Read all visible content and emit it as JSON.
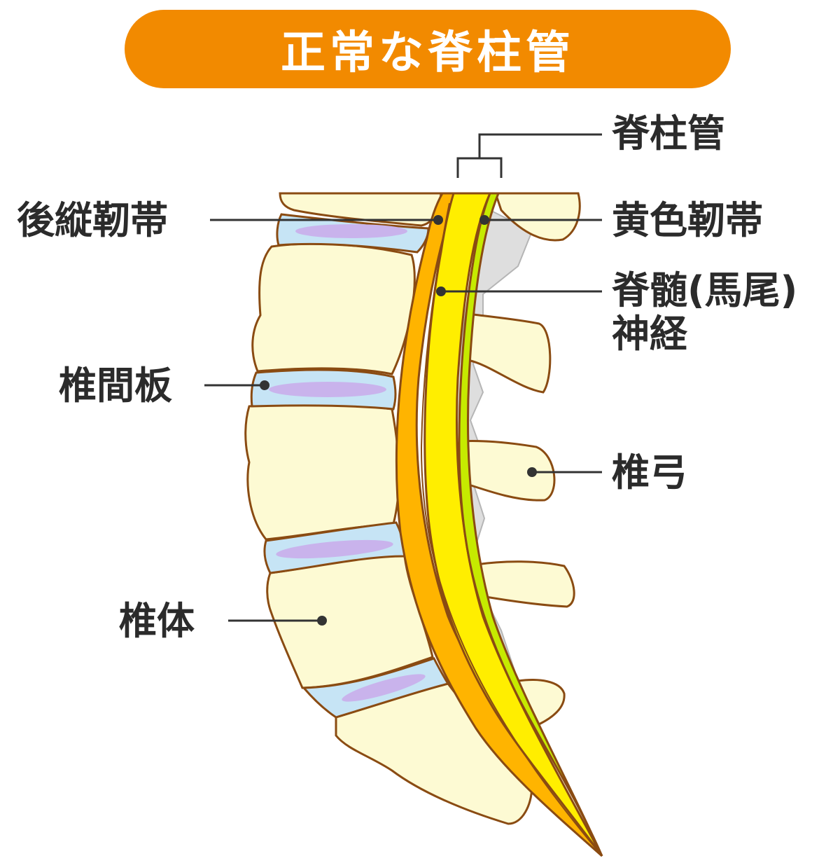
{
  "title": "正常な脊柱管",
  "labels": {
    "spinal_canal": "脊柱管",
    "posterior_longitudinal_ligament": "後縦靭帯",
    "ligamentum_flavum": "黄色靭帯",
    "spinal_cord_line1": "脊髄(馬尾)",
    "spinal_cord_line2": "神経",
    "intervertebral_disc": "椎間板",
    "vertebral_arch": "椎弓",
    "vertebral_body": "椎体"
  },
  "colors": {
    "title_bg": "#f28a00",
    "bone_fill": "#fdfad3",
    "bone_outline": "#8a4b12",
    "disc_fill": "#c6e4f5",
    "disc_core": "#c9b3ec",
    "posterior_ligament": "#ffb400",
    "spinal_cord": "#ffee00",
    "ligamentum_flavum": "#c6ea00",
    "back_tissue": "#dedede",
    "leader_line": "#333333"
  }
}
